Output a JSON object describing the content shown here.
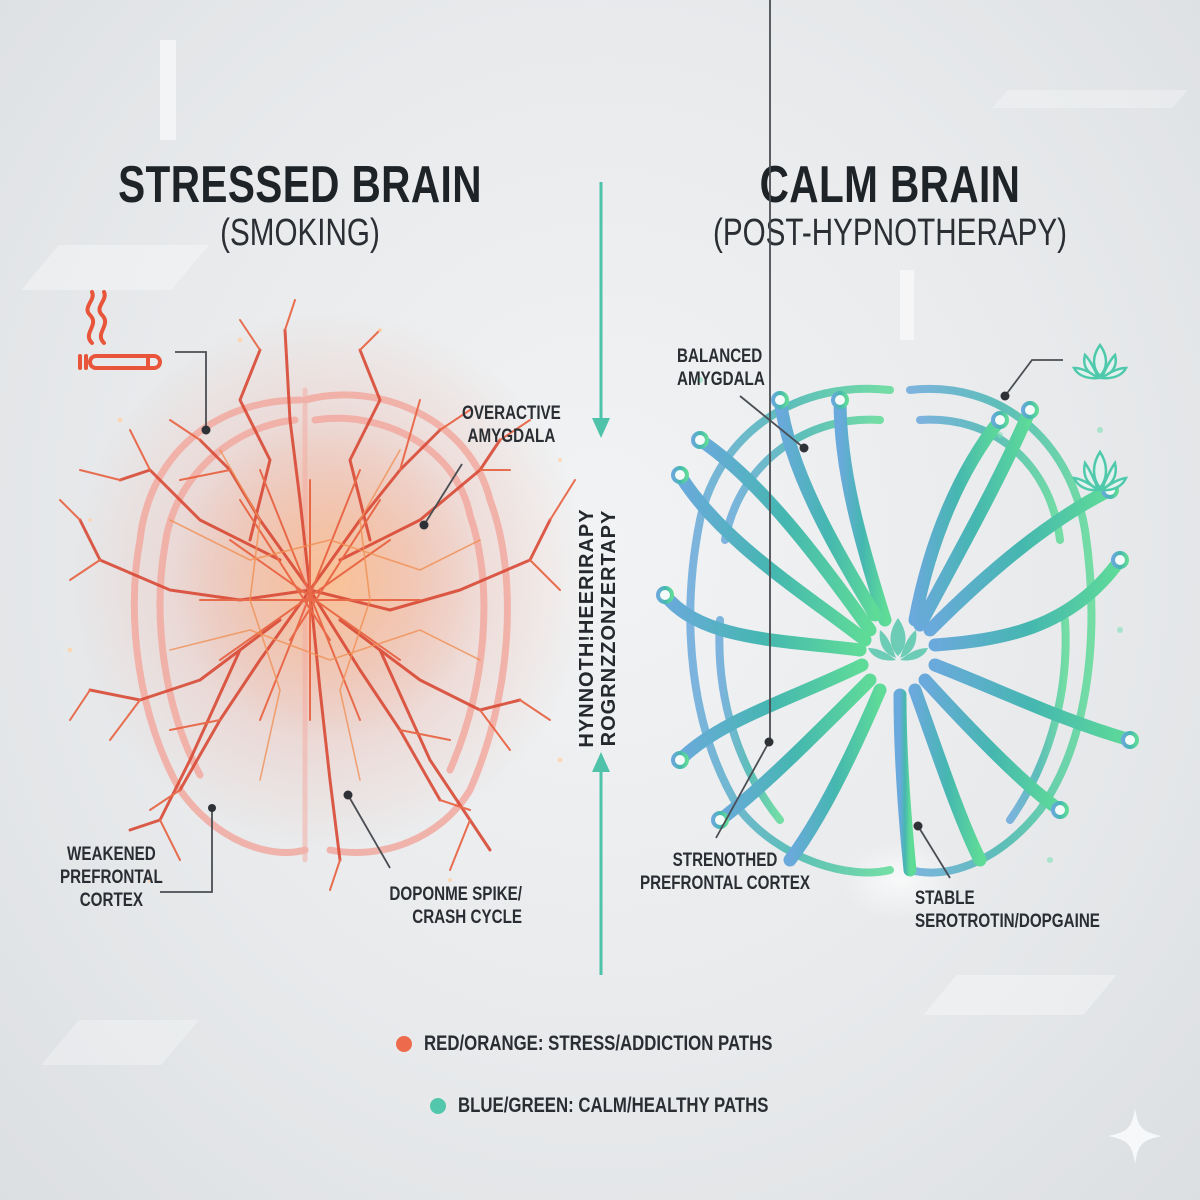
{
  "left_panel": {
    "title": "STRESSED BRAIN",
    "subtitle": "(SMOKING)",
    "icon": "cigarette-icon",
    "labels": {
      "amygdala": "OVERACTIVE\nAMYGDALA",
      "prefrontal": "WEAKENED\nPREFRONTAL\nCORTEX",
      "dopamine": "DOPONME SPIKE/\nCRASH CYCLE"
    },
    "colors": {
      "primary": "#e8553a",
      "secondary": "#f08a4b",
      "outline": "#f2b2a8"
    }
  },
  "right_panel": {
    "title": "CALM BRAIN",
    "subtitle": "(POST-HYPNOTHERAPY)",
    "icon": "lotus-icon",
    "labels": {
      "amygdala": "BALANCED\nAMYGDALA",
      "prefrontal": "STRENOTHED\nPREFRONTAL CORTEX",
      "neuro": "STABLE\nSEROTROTIN/DOPGAINE"
    },
    "colors": {
      "blue": "#6aaad8",
      "teal": "#4cbdab",
      "green": "#5fd69a"
    }
  },
  "center": {
    "vertical_text": "HYNNOTH!HEERIRAPY\nROGRNZZONZERTAPY",
    "arrow_color": "#4fc3aa"
  },
  "legend": [
    {
      "label": "RED/ORANGE: STRESS/ADDICTION PATHS",
      "color": "#ee6a4c"
    },
    {
      "label": "BLUE/GREEN: CALM/HEALTHY PATHS",
      "color": "#52c7ac"
    }
  ],
  "watermark_icon": "sparkle-icon"
}
